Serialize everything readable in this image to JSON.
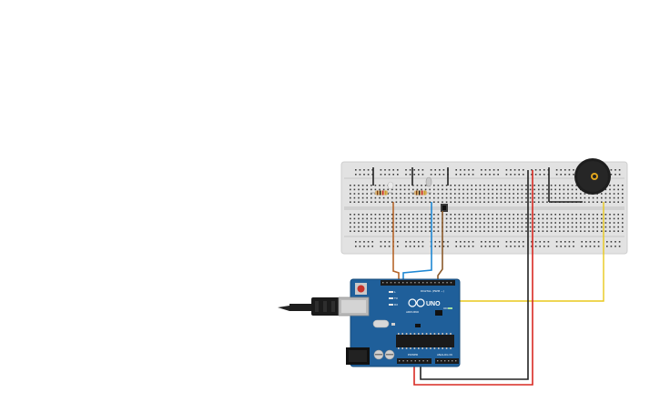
{
  "board": {
    "name": "UNO",
    "maker": "ARDUINO",
    "digital_header_label": "DIGITAL (PWM ~)",
    "power_label": "POWER",
    "analog_label": "ANALOG IN",
    "reset_label": "RESET",
    "led_labels": [
      "L",
      "TX",
      "RX"
    ],
    "on_label": "ON"
  },
  "colors": {
    "board": "#1f5f9a",
    "breadboard": "#e3e3e3",
    "wire_orange": "#b5652a",
    "wire_blue": "#1f88d4",
    "wire_red": "#d82a22",
    "wire_black": "#222222",
    "wire_yellow": "#e8c91c",
    "buzzer": "#1e1e1e"
  }
}
